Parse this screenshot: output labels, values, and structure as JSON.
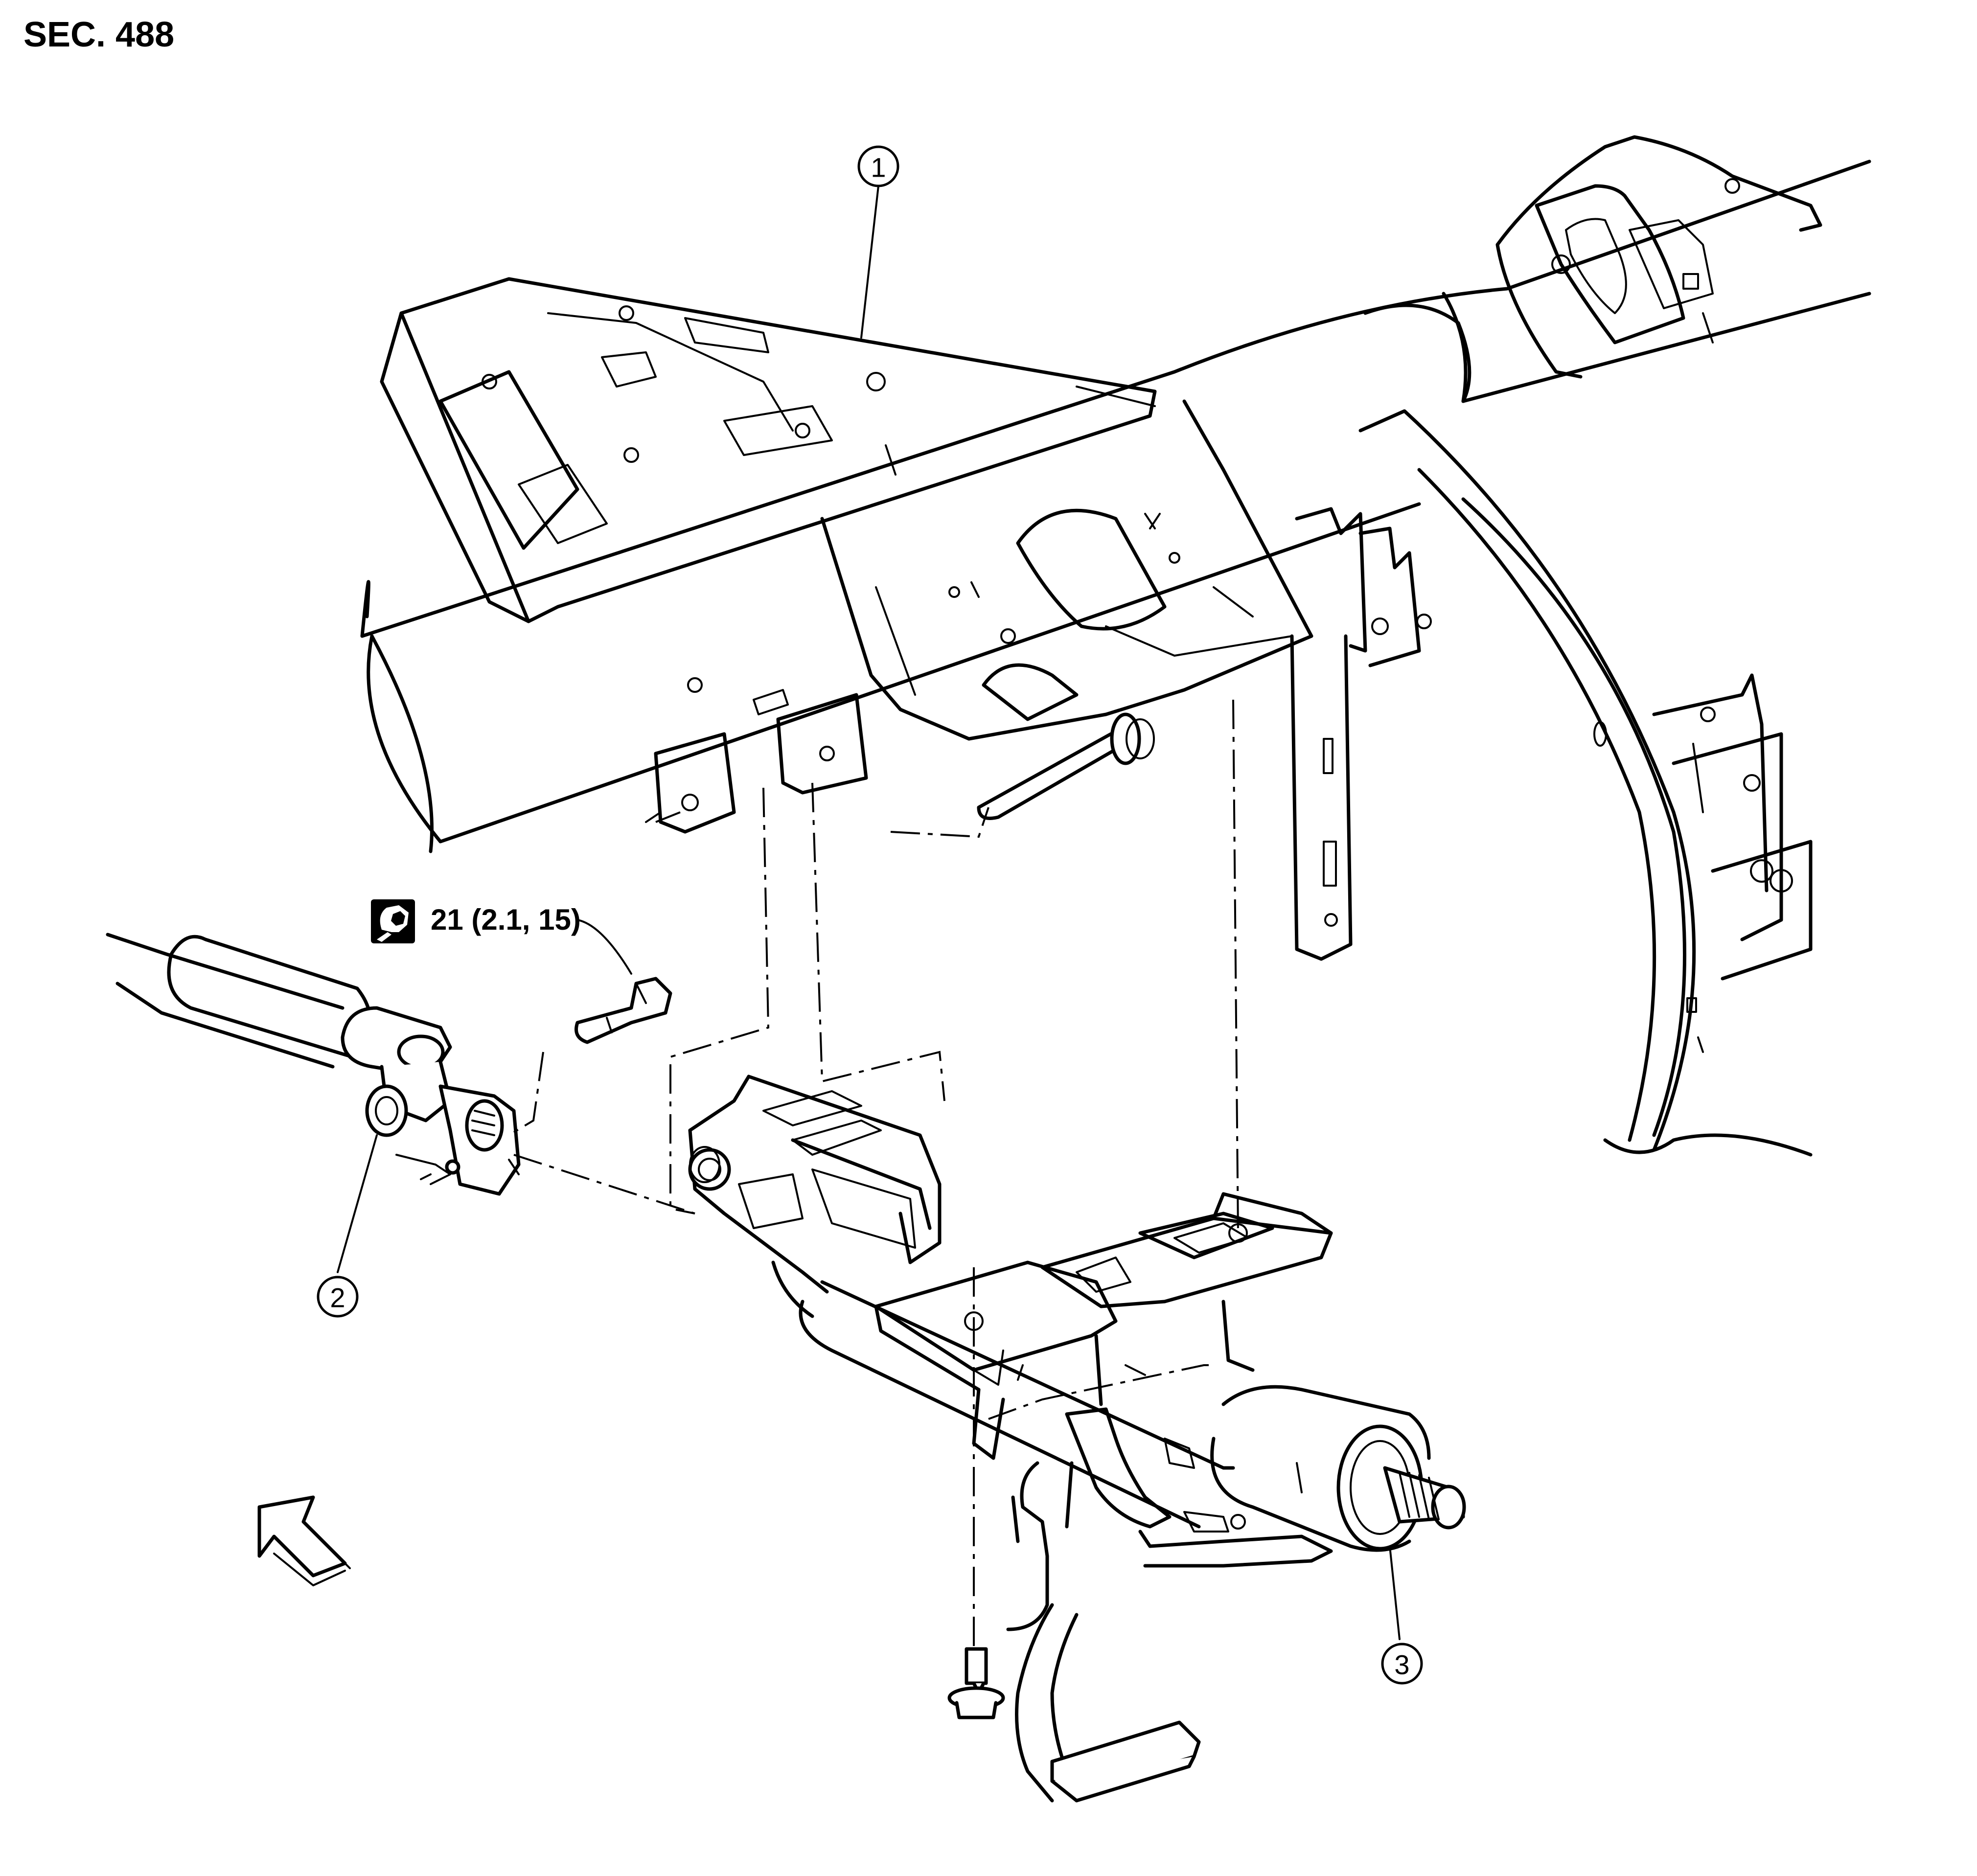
{
  "section_label": "SEC. 488",
  "callouts": [
    {
      "id": "callout-1",
      "number": "1"
    },
    {
      "id": "callout-2",
      "number": "2"
    },
    {
      "id": "callout-3",
      "number": "3"
    }
  ],
  "torque_spec": {
    "value": "21 (2.1, 15)",
    "icon": "torque-wrench-icon"
  },
  "direction_arrow": {
    "icon": "front-direction-arrow-icon"
  }
}
